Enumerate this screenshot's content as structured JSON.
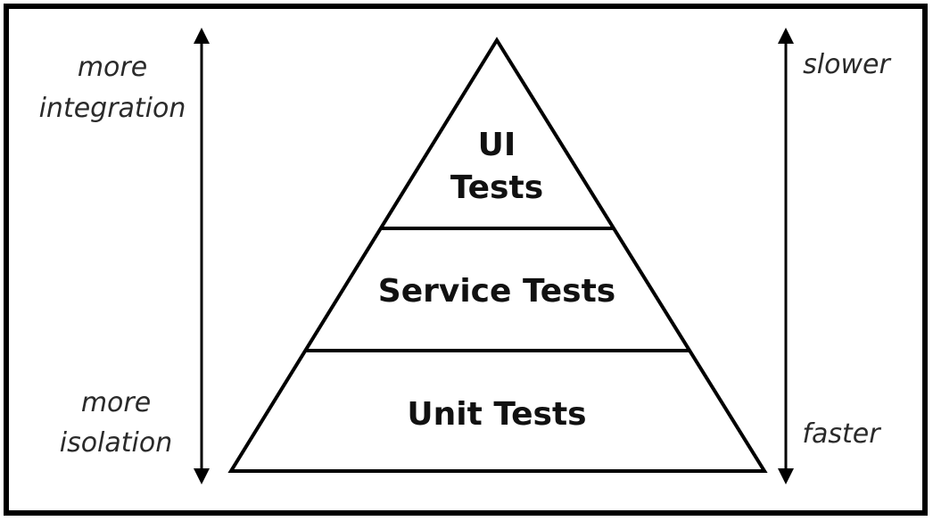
{
  "pyramid": {
    "layers": [
      {
        "id": "ui",
        "lines": [
          "UI",
          "Tests"
        ]
      },
      {
        "id": "service",
        "lines": [
          "Service Tests"
        ]
      },
      {
        "id": "unit",
        "lines": [
          "Unit Tests"
        ]
      }
    ]
  },
  "left_axis": {
    "top_lines": [
      "more",
      "integration"
    ],
    "bottom_lines": [
      "more",
      "isolation"
    ]
  },
  "right_axis": {
    "top_label": "slower",
    "bottom_label": "faster"
  },
  "colors": {
    "stroke": "#000000",
    "background": "#ffffff",
    "text": "#111111"
  }
}
